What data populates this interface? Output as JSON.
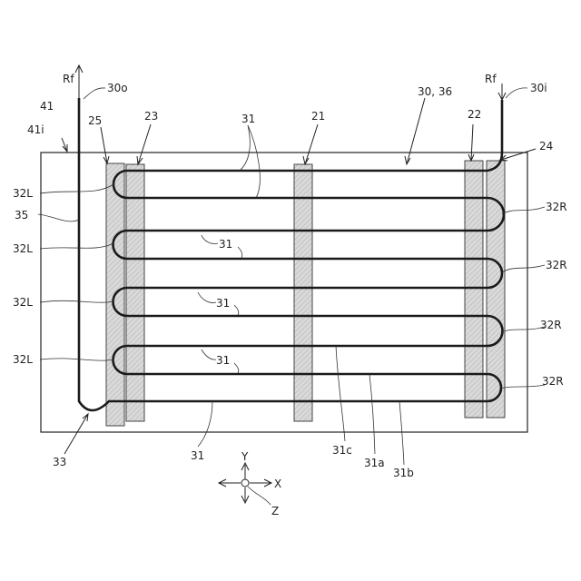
{
  "colors": {
    "line": "#1a1a1a",
    "bar_fill": "#d9d9d9",
    "bar_stroke": "#444444",
    "background": "#ffffff"
  },
  "labels": {
    "rf_out": "Rf",
    "ref_30o": "30o",
    "rf_in": "Rf",
    "ref_30i": "30i",
    "ref_41": "41",
    "ref_41i": "41i",
    "ref_25": "25",
    "ref_23": "23",
    "ref_31_top": "31",
    "ref_21": "21",
    "ref_30_36": "30, 36",
    "ref_22": "22",
    "ref_24": "24",
    "ref_32L_1": "32L",
    "ref_35": "35",
    "ref_32L_2": "32L",
    "ref_32L_3": "32L",
    "ref_32L_4": "32L",
    "ref_31_a": "31",
    "ref_31_b": "31",
    "ref_31_c": "31",
    "ref_32R_1": "32R",
    "ref_32R_2": "32R",
    "ref_32R_3": "32R",
    "ref_32R_4": "32R",
    "ref_33": "33",
    "ref_31_bottom": "31",
    "ref_31c": "31c",
    "ref_31a": "31a",
    "ref_31b": "31b",
    "axis_y": "Y",
    "axis_x": "X",
    "axis_z": "Z"
  }
}
